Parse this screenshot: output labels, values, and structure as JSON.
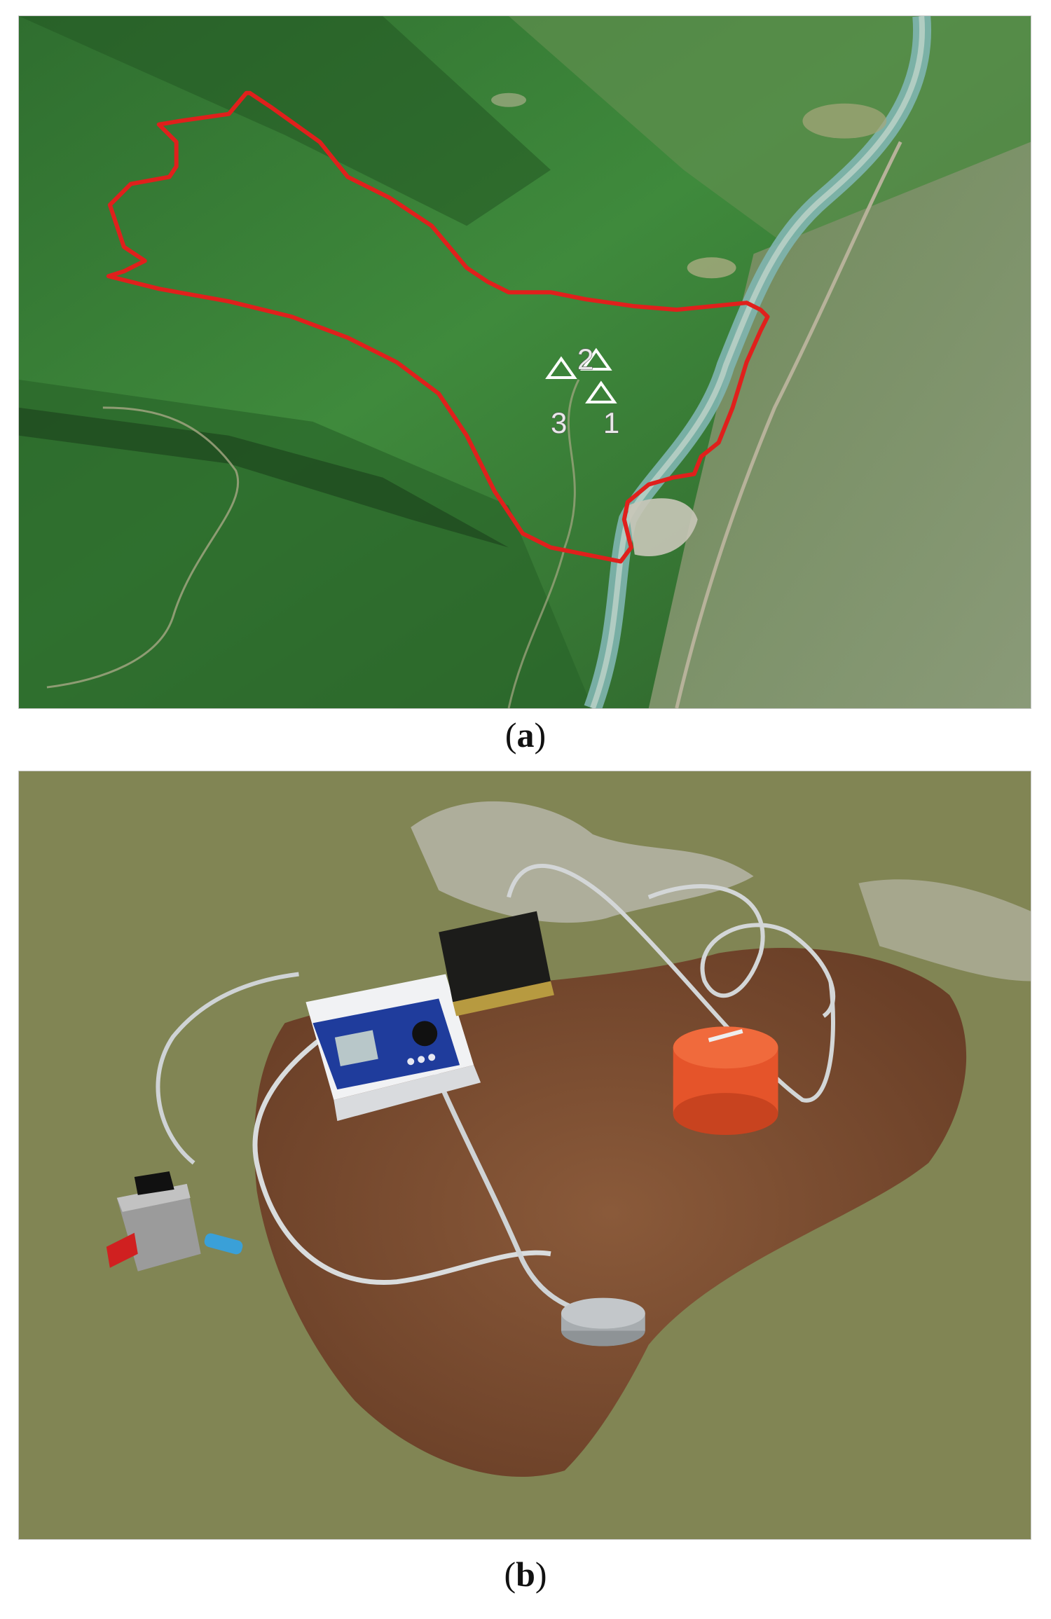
{
  "panels": [
    {
      "id": "a",
      "caption": {
        "open": "(",
        "letter": "a",
        "close": ")"
      },
      "markers": [
        {
          "label": "1"
        },
        {
          "label": "2"
        },
        {
          "label": "3"
        }
      ],
      "colors": {
        "boundary": "#e0201c",
        "marker": "#ffffff"
      }
    },
    {
      "id": "b",
      "caption": {
        "open": "(",
        "letter": "b",
        "close": ")"
      },
      "colors": {
        "soil": "#7a4a2e",
        "grass": "#8c8a5a",
        "sensor": "#e5542a",
        "console": "#1f3c9c"
      }
    }
  ]
}
